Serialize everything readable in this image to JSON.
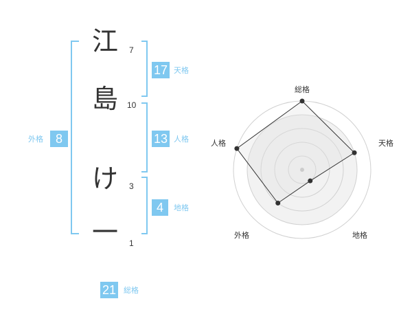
{
  "name": [
    {
      "char": "江",
      "strokes": "7"
    },
    {
      "char": "島",
      "strokes": "10"
    },
    {
      "char": "け",
      "strokes": "3"
    },
    {
      "char": "一",
      "strokes": "1"
    }
  ],
  "kakusu": {
    "tenkaku": {
      "value": "17",
      "label": "天格"
    },
    "jinkaku": {
      "value": "13",
      "label": "人格"
    },
    "chikaku": {
      "value": "4",
      "label": "地格"
    },
    "gaikaku": {
      "value": "8",
      "label": "外格"
    },
    "soukaku": {
      "value": "21",
      "label": "総格"
    }
  },
  "colors": {
    "accent": "#7fc8f0",
    "text": "#333333",
    "line": "#333333"
  },
  "chart_data": {
    "type": "radar",
    "axes": [
      "総格",
      "天格",
      "地格",
      "外格",
      "人格"
    ],
    "levels": 5,
    "range": [
      0,
      5
    ],
    "values": [
      5,
      4,
      1,
      3,
      5
    ]
  }
}
